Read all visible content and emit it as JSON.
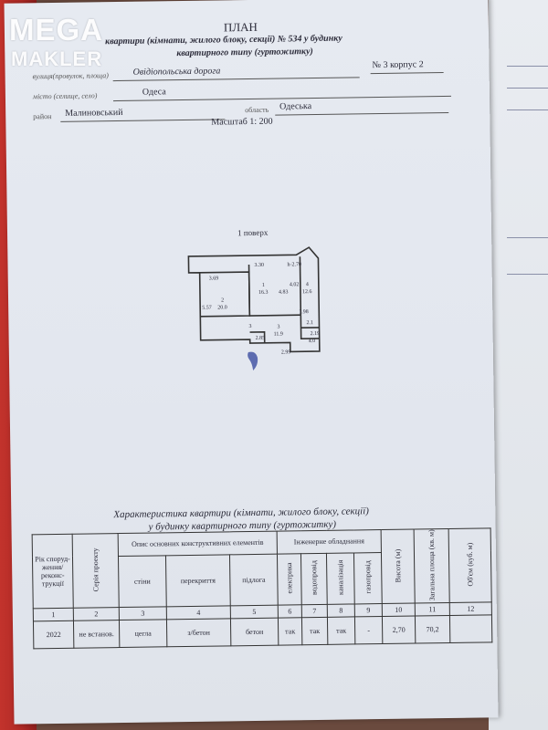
{
  "watermark": {
    "line1": "MEGA",
    "line2": "MAKLER"
  },
  "header": {
    "title": "ПЛАН",
    "line1": "квартири (кімнати, жилого блоку, секції) № 534 у будинку",
    "line2": "квартирного типу (гуртожитку)",
    "street_label": "вулиця(провулок, площа)",
    "street_value": "Овідіопольська дорога",
    "house_value": "№ 3 корпус 2",
    "city_label": "місто (селище, село)",
    "city_value": "Одеса",
    "district_label": "район",
    "district_value": "Малиновський",
    "region_label": "область",
    "region_value": "Одеська",
    "scale": "Масштаб 1: 200"
  },
  "plan": {
    "floor_label": "1 поверх",
    "labels": {
      "d369": "3.69",
      "d330": "3.30",
      "dh": "h-2.70",
      "r1n": "1",
      "r1a": "16.3",
      "r2n": "2",
      "r2a": "20.0",
      "r3n": "3",
      "r3a": "11.9",
      "r4n": "4",
      "r4a": "12.6",
      "r5": "2.1",
      "r6": "4.0",
      "d557": "5.57",
      "d483": "4.83",
      "d402": "4.02",
      "d198": "1.98",
      "d285": "2.85",
      "d299": "2.99",
      "d219": "2.19",
      "d3": "3"
    }
  },
  "table": {
    "title1": "Характеристика квартири (кімнати, жилого блоку, секції)",
    "title2": "у будинку квартирного типу (гуртожитку)",
    "h_year": "Рік споруд-ження/ реконс-трукції",
    "h_series": "Серія проекту",
    "h_structure": "Опис основних конструктивних елементів",
    "h_walls": "стіни",
    "h_ceilings": "перекриття",
    "h_floor": "підлога",
    "h_engineering": "Інженерне обладнання",
    "h_elec": "електрика",
    "h_water": "водопровід",
    "h_sewer": "каналізація",
    "h_gas": "газопровід",
    "h_height": "Висота (м)",
    "h_area": "Загальна площа (кв. м)",
    "h_volume": "Об'єм (куб. м)",
    "nums": [
      "1",
      "2",
      "3",
      "4",
      "5",
      "6",
      "7",
      "8",
      "9",
      "10",
      "11",
      "12"
    ],
    "row": {
      "year": "2022",
      "series": "не встанов.",
      "walls": "цегла",
      "ceilings": "з/бетон",
      "floor": "бетон",
      "elec": "так",
      "water": "так",
      "sewer": "так",
      "gas": "-",
      "height": "2,70",
      "area": "70,2",
      "volume": ""
    }
  }
}
